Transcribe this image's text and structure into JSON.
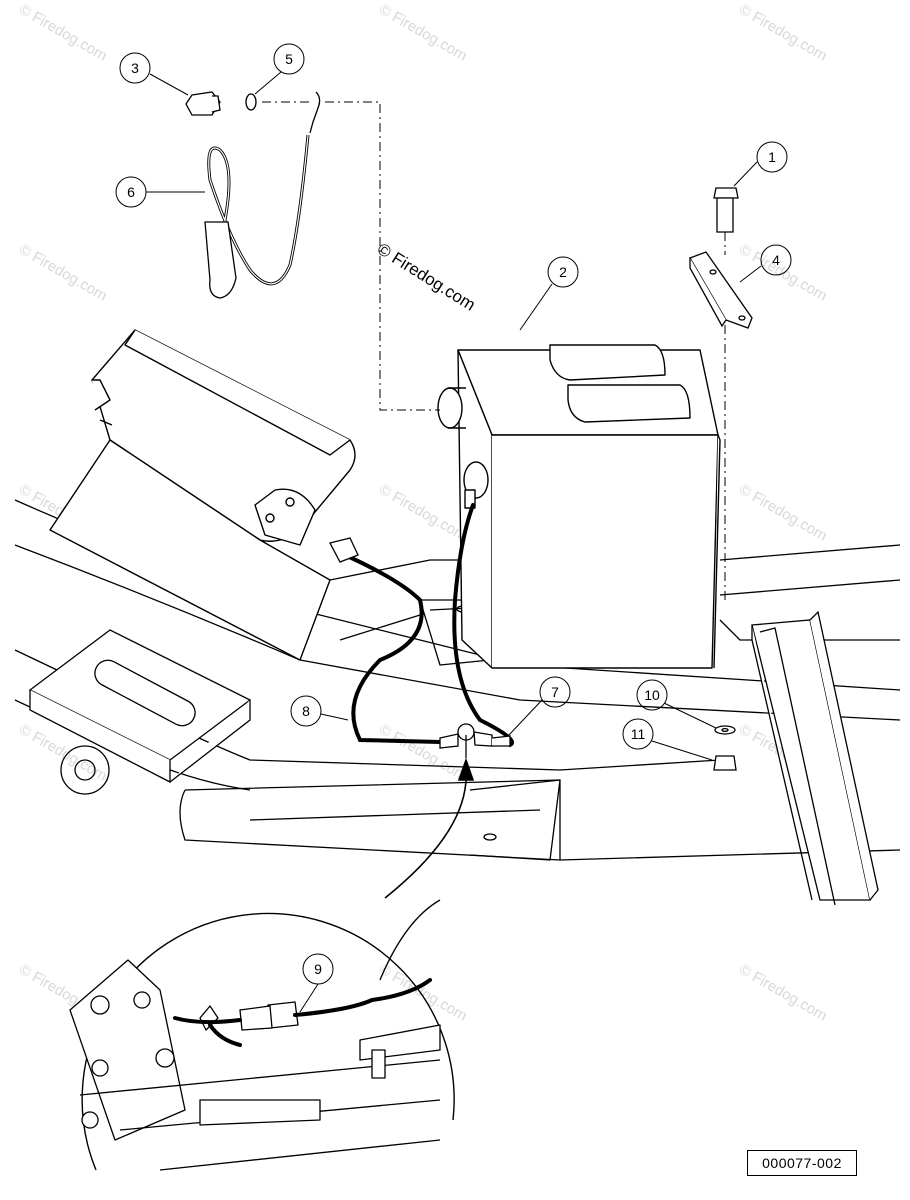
{
  "watermark_text": "© Firedog.com",
  "center_watermark": "© Firedog.com",
  "reference_number": "000077-002",
  "callouts": [
    {
      "label": "1"
    },
    {
      "label": "2"
    },
    {
      "label": "3"
    },
    {
      "label": "4"
    },
    {
      "label": "5"
    },
    {
      "label": "6"
    },
    {
      "label": "7"
    },
    {
      "label": "8"
    },
    {
      "label": "9"
    },
    {
      "label": "10"
    },
    {
      "label": "11"
    }
  ]
}
